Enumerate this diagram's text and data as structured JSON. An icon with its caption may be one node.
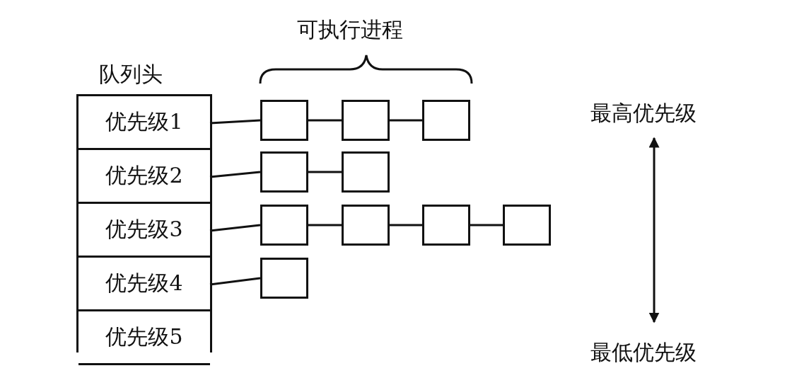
{
  "diagram": {
    "nodes": [
      {
        "text": [
          "队列头"
        ]
      },
      {
        "text": [
          "优先级1"
        ],
        "in": 0
      },
      {
        "text": [
          "优先级2"
        ],
        "in": 0
      },
      {
        "text": [
          "优先级3"
        ],
        "in": 0
      },
      {
        "text": [
          "优先级4"
        ],
        "in": 0
      },
      {
        "text": [
          "优先级5"
        ],
        "in": 0
      },
      {
        "text": [],
        "shape": "box"
      },
      {
        "text": [],
        "shape": "box"
      },
      {
        "text": [],
        "shape": "box"
      },
      {
        "text": [],
        "shape": "box"
      },
      {
        "text": [],
        "shape": "box"
      },
      {
        "text": [],
        "shape": "box"
      },
      {
        "text": [],
        "shape": "box"
      },
      {
        "text": [],
        "shape": "box"
      },
      {
        "text": [],
        "shape": "box"
      },
      {
        "text": [],
        "shape": "box"
      }
    ],
    "edges": [
      {
        "from": 1,
        "to": 6,
        "arrow": "none"
      },
      {
        "from": 6,
        "to": 7,
        "arrow": "none"
      },
      {
        "from": 7,
        "to": 8,
        "arrow": "none"
      },
      {
        "from": 2,
        "to": 9,
        "arrow": "none"
      },
      {
        "from": 9,
        "to": 10,
        "arrow": "none"
      },
      {
        "from": 3,
        "to": 11,
        "arrow": "none"
      },
      {
        "from": 11,
        "to": 12,
        "arrow": "none"
      },
      {
        "from": 12,
        "to": 13,
        "arrow": "none"
      },
      {
        "from": 13,
        "to": 14,
        "arrow": "none"
      },
      {
        "from": 4,
        "to": 15,
        "arrow": "none"
      }
    ],
    "labels": [
      "可执行进程",
      "最高优先级",
      "最低优先级"
    ]
  }
}
